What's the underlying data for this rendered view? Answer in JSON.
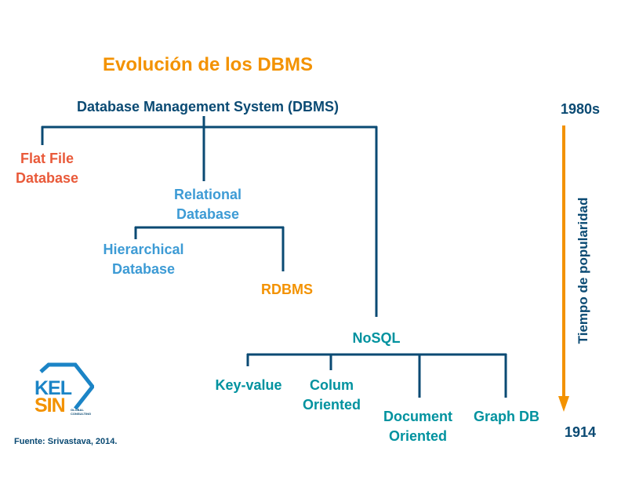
{
  "colors": {
    "title": "#F39200",
    "root": "#0A4A73",
    "flat_file": "#E95A3A",
    "relational": "#3D9BD5",
    "hierarchical": "#3D9BD5",
    "rdbms": "#F39200",
    "nosql": "#00929F",
    "nosql_children": "#00929F",
    "lines": "#0A4A73",
    "arrow": "#F39200",
    "timeline_text": "#0A4A73",
    "source": "#0A4A73",
    "logo_blue": "#1B84C6",
    "logo_orange": "#F39200",
    "logo_dark": "#0A4A73"
  },
  "diagram": {
    "title": "Evolución de los DBMS",
    "root": "Database Management System (DBMS)",
    "flat_file": {
      "line1": "Flat File",
      "line2": "Database"
    },
    "relational": {
      "line1": "Relational",
      "line2": "Database"
    },
    "hierarchical": {
      "line1": "Hierarchical",
      "line2": "Database"
    },
    "rdbms": "RDBMS",
    "nosql": "NoSQL",
    "key_value": "Key-value",
    "column": {
      "line1": "Colum",
      "line2": "Oriented"
    },
    "document": {
      "line1": "Document",
      "line2": "Oriented"
    },
    "graph": "Graph DB"
  },
  "timeline": {
    "top_label": "1980s",
    "bottom_label": "1914",
    "axis_label": "Tiempo de popularidad"
  },
  "source": "Fuente: Srivastava, 2014.",
  "logo": {
    "line1": "KEL",
    "line2": "SIN",
    "small1": "GLOBAL",
    "small2": "CONSULTING"
  }
}
